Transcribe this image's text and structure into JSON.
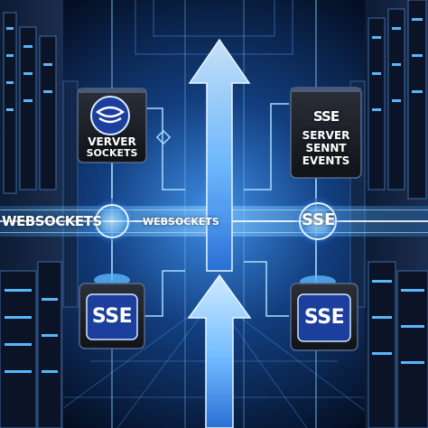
{
  "labels": {
    "top_left_box": [
      "VERVER",
      "SOCKETS"
    ],
    "top_right_box": [
      "SERVER",
      "SENNT",
      "EVENTS"
    ],
    "top_right_chip": "SSE",
    "banner_left": "WEBSOCKETS",
    "banner_middle": "WEBSOCKETS",
    "banner_right": "SSE",
    "bottom_left_box": "SSE",
    "bottom_right_box": "SSE"
  },
  "icons": [
    "websocket-logo-icon",
    "upload-arrow-icon",
    "node-icon"
  ],
  "colors": {
    "background": "#06152e",
    "glow": "#4fb8ff",
    "box": "#1a1d24",
    "badge": "#1c3f9e",
    "text": "#ffffff"
  }
}
